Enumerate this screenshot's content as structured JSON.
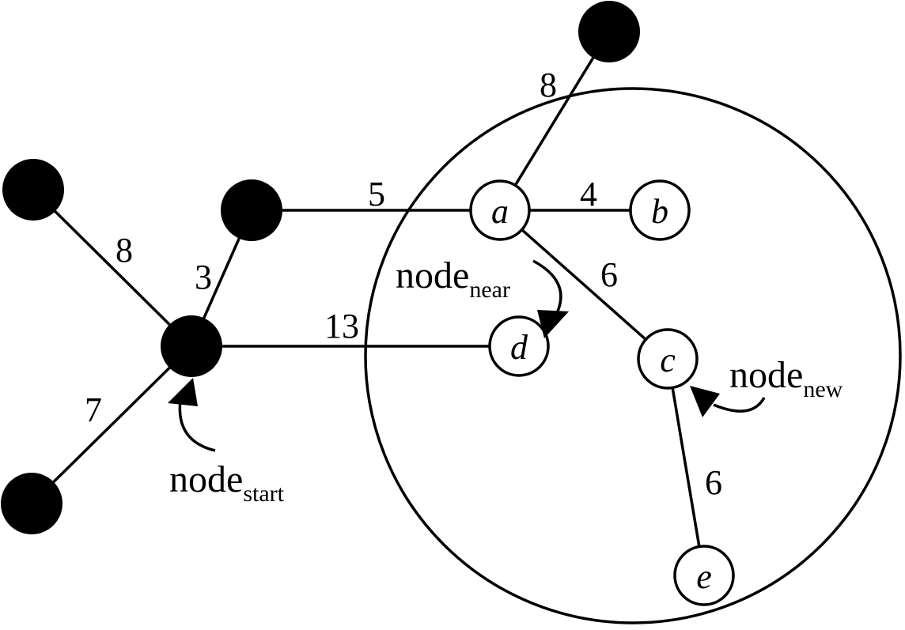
{
  "colors": {
    "ink": "#000000",
    "paper": "#ffffff"
  },
  "nodes": {
    "a": {
      "label": "a"
    },
    "b": {
      "label": "b"
    },
    "c": {
      "label": "c"
    },
    "d": {
      "label": "d"
    },
    "e": {
      "label": "e"
    }
  },
  "edges": {
    "top_a": "8",
    "mid_a": "5",
    "a_b": "4",
    "a_c": "6",
    "start_d": "13",
    "start_mid": "3",
    "start_left": "8",
    "start_bottom": "7",
    "c_e": "6"
  },
  "callouts": {
    "near": {
      "main": "node",
      "sub": "near"
    },
    "new": {
      "main": "node",
      "sub": "new"
    },
    "start": {
      "main": "node",
      "sub": "start"
    }
  }
}
